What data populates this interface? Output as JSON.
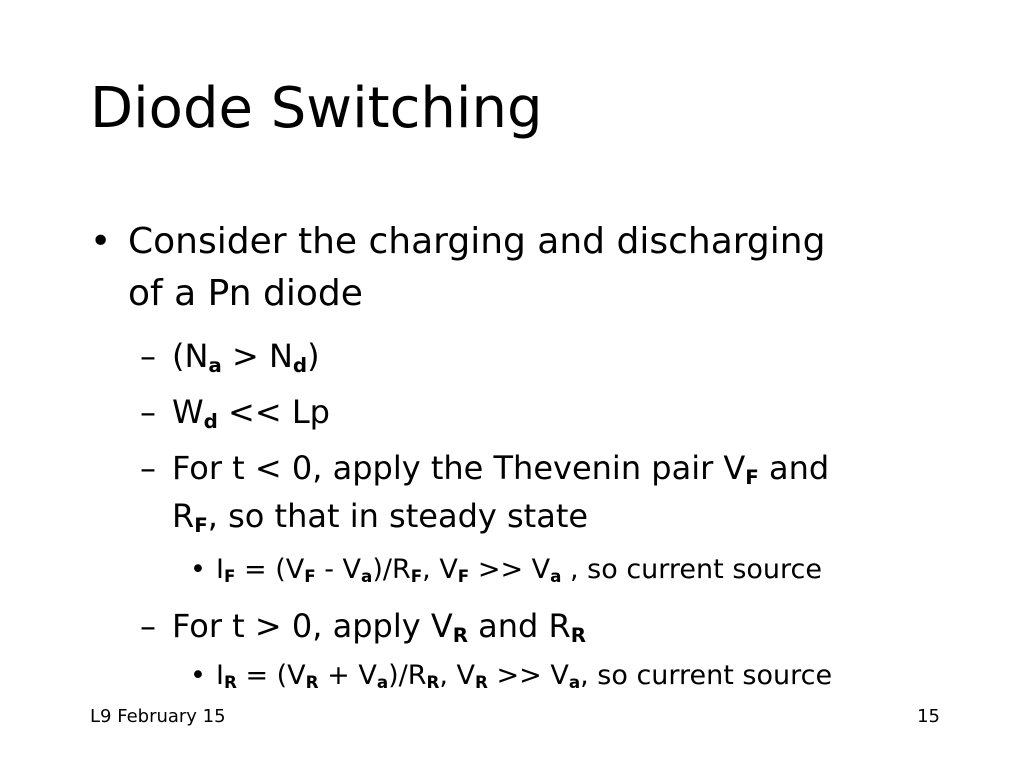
{
  "slide": {
    "title": "Diode Switching",
    "bullet": "•",
    "dash": "–",
    "point1": {
      "line1": "Consider the charging and discharging",
      "line2": "of a Pn diode"
    },
    "sub1": {
      "open": "(N",
      "a": "a",
      "gt": " > N",
      "d": "d",
      "close": ")"
    },
    "sub2": {
      "w": "W",
      "d": "d",
      "rest": " << Lp"
    },
    "sub3": {
      "pre": "For t < 0, apply the Thevenin pair V",
      "f1": "F",
      "mid": " and",
      "r": "R",
      "f2": "F",
      "post": ", so that in steady state"
    },
    "sub3a": {
      "i": "I",
      "f1": "F",
      "eq": " = (V",
      "f2": "F",
      "minus": " - V",
      "a1": "a",
      "div": ")/R",
      "f3": "F",
      "comma": ", V",
      "f4": "F",
      "gg": " >> V",
      "a2": "a",
      "tail": " , so current source"
    },
    "sub4": {
      "pre": "For t > 0, apply V",
      "r1": "R",
      "mid": " and R",
      "r2": "R"
    },
    "sub4a": {
      "i": "I",
      "r1": "R",
      "eq": " = (V",
      "r2": "R",
      "plus": " + V",
      "a1": "a",
      "div": ")/R",
      "r3": "R",
      "comma": ", V",
      "r4": "R",
      "gg": " >> V",
      "a2": "a",
      "tail": ", so current source"
    }
  },
  "footer": {
    "left": "L9 February 15",
    "page_number": "15"
  }
}
